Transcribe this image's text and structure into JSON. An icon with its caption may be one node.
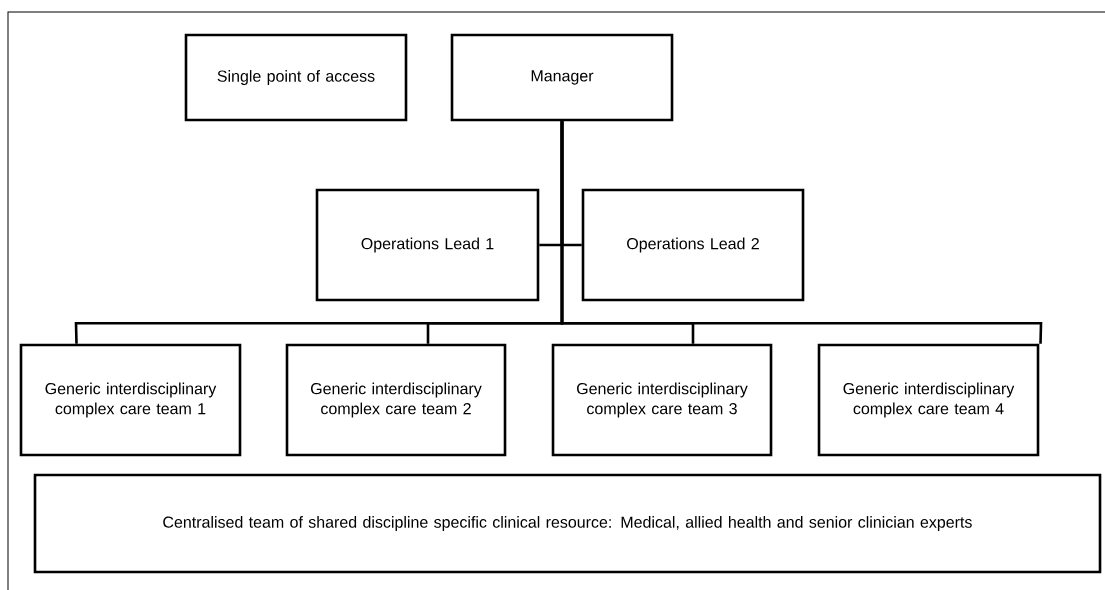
{
  "diagram": {
    "nodes": [
      {
        "text": [
          "Single point of access"
        ]
      },
      {
        "text": [
          "Manager"
        ]
      },
      {
        "text": [
          "Operations Lead 1"
        ]
      },
      {
        "text": [
          "Operations Lead 2"
        ]
      },
      {
        "text": [
          "Generic interdisciplinary complex care team 1"
        ]
      },
      {
        "text": [
          "Generic interdisciplinary complex care team 2"
        ]
      },
      {
        "text": [
          "Generic interdisciplinary complex care team 3"
        ]
      },
      {
        "text": [
          "Generic interdisciplinary complex care team 4"
        ]
      },
      {
        "text": [
          "Centralised team of shared discipline specific clinical resource: Medical, allied health and senior clinician experts"
        ]
      }
    ],
    "edges": [
      {
        "from": 1,
        "to": 2,
        "arrow": "none"
      },
      {
        "from": 1,
        "to": 3,
        "arrow": "none"
      },
      {
        "from": 1,
        "to": 4,
        "arrow": "none"
      },
      {
        "from": 1,
        "to": 5,
        "arrow": "none"
      },
      {
        "from": 1,
        "to": 6,
        "arrow": "none"
      },
      {
        "from": 1,
        "to": 7,
        "arrow": "none"
      }
    ]
  }
}
